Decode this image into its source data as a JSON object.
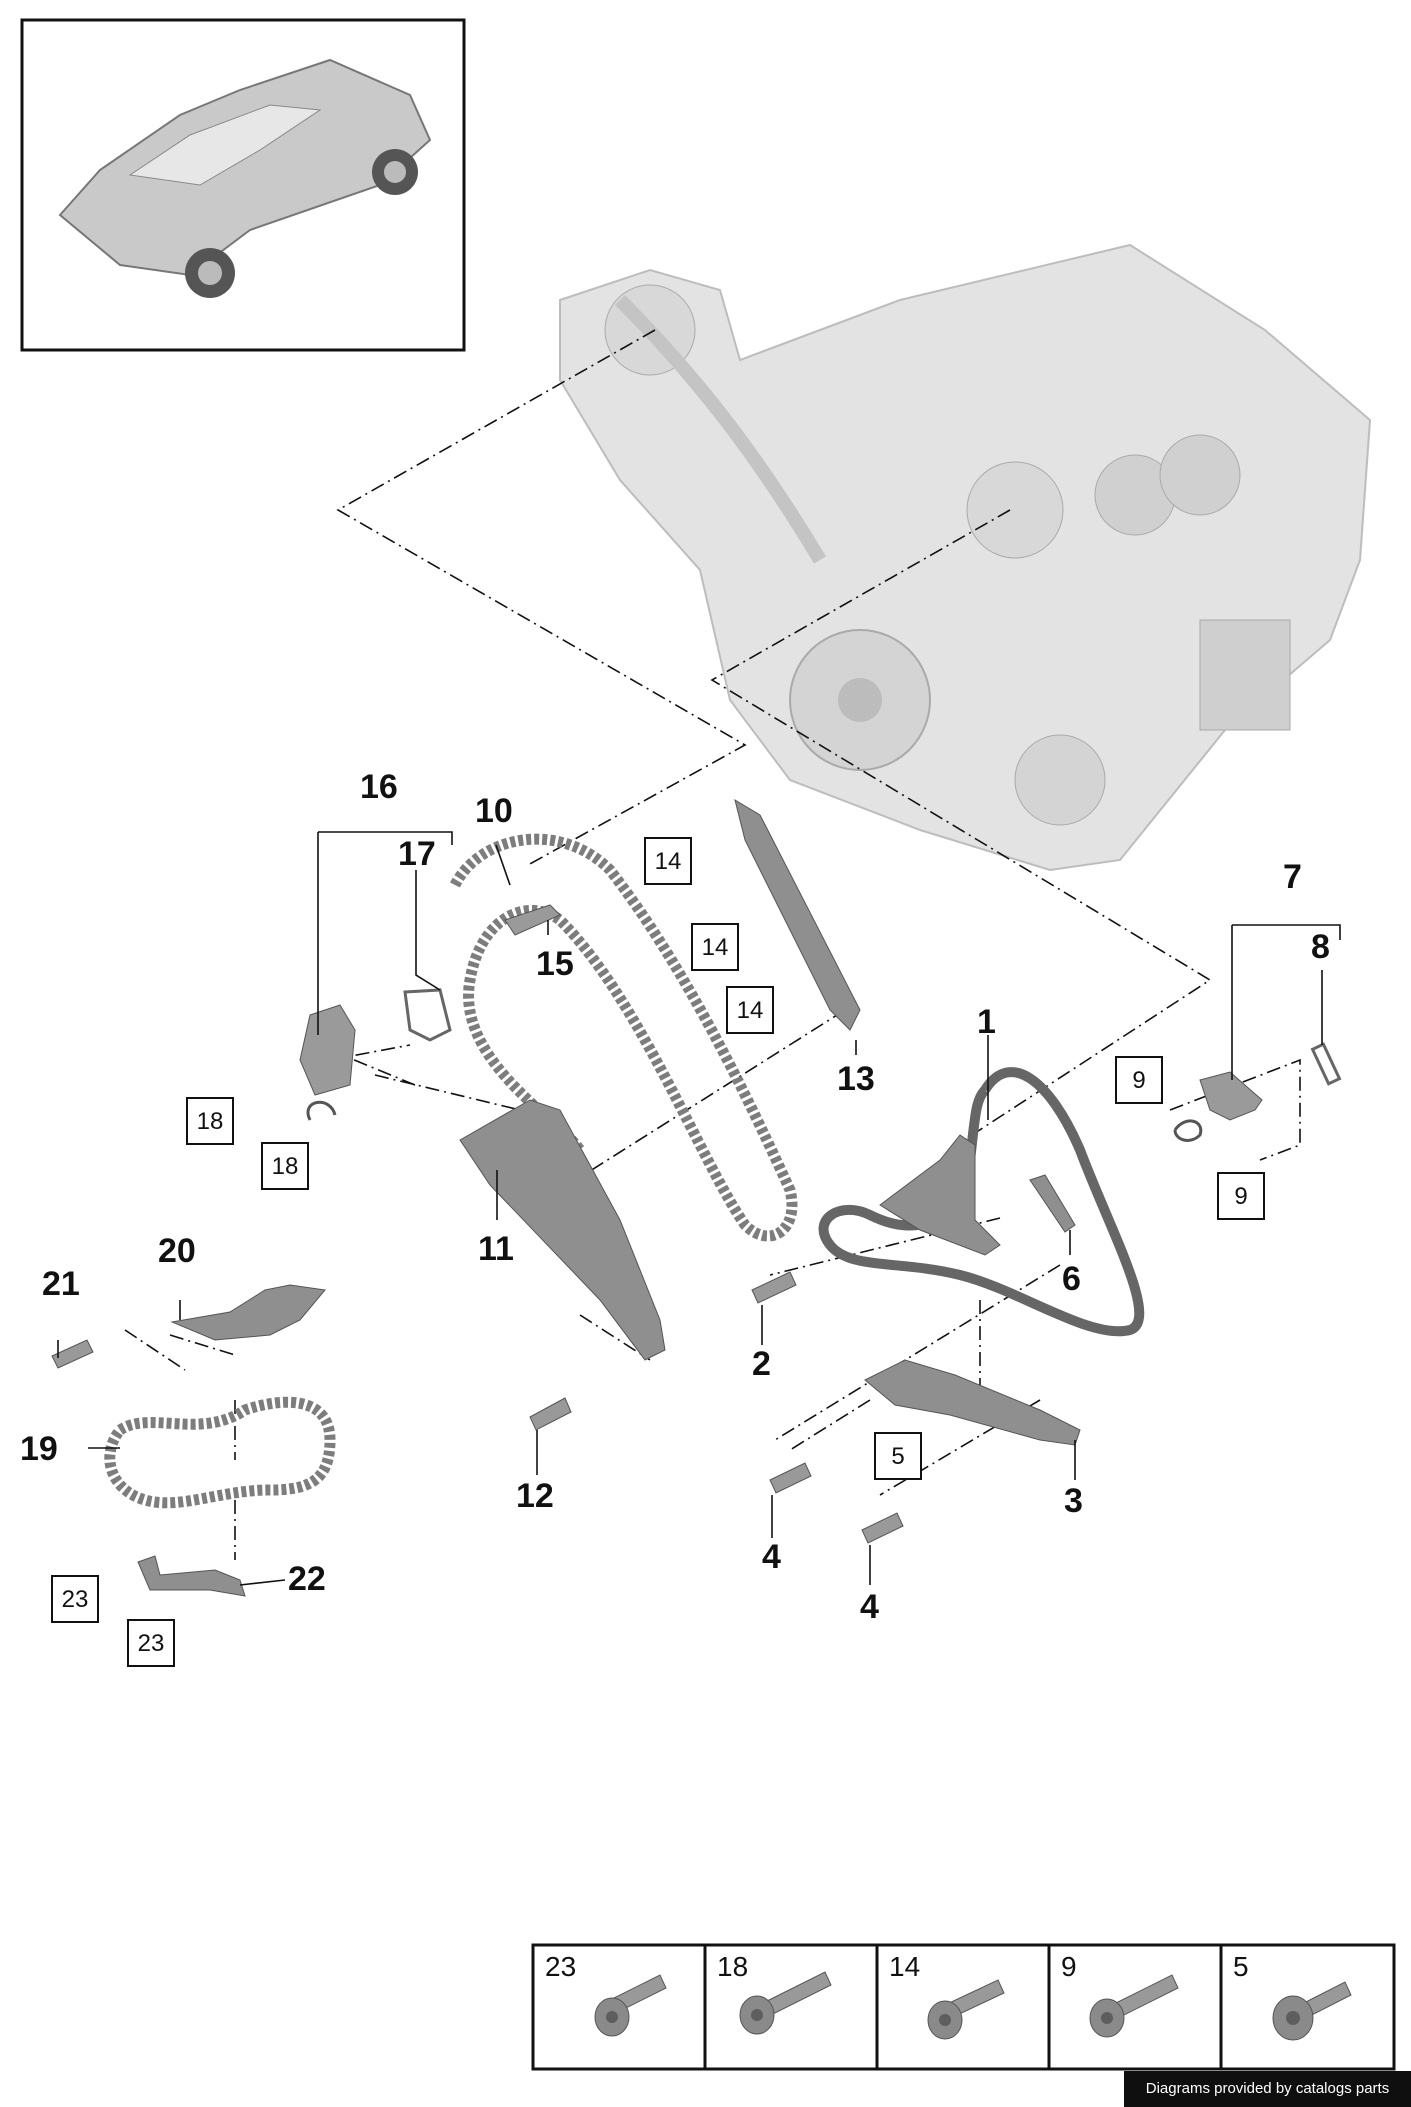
{
  "callouts": {
    "c1": "1",
    "c2": "2",
    "c3": "3",
    "c4a": "4",
    "c4b": "4",
    "c6": "6",
    "c7": "7",
    "c8": "8",
    "c10": "10",
    "c11": "11",
    "c12": "12",
    "c13": "13",
    "c15": "15",
    "c16": "16",
    "c17": "17",
    "c19": "19",
    "c20": "20",
    "c21": "21",
    "c22": "22"
  },
  "boxed_refs": {
    "b14a": "14",
    "b14b": "14",
    "b14c": "14",
    "b18a": "18",
    "b18b": "18",
    "b9a": "9",
    "b9b": "9",
    "b5": "5",
    "b23a": "23",
    "b23b": "23"
  },
  "legend_table": {
    "cells": [
      "23",
      "18",
      "14",
      "9",
      "5"
    ]
  },
  "credit": "Diagrams provided by catalogs parts",
  "colors": {
    "part_fill": "#8f8f8f",
    "engine_fill": "#e3e3e3",
    "line": "#111111"
  }
}
